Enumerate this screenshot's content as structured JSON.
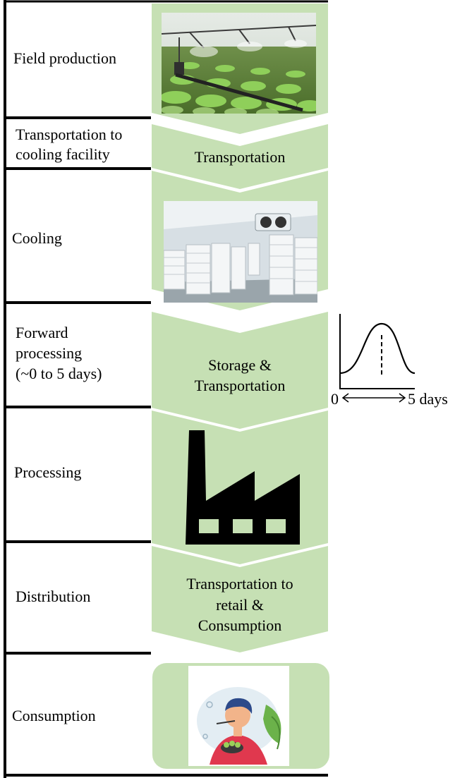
{
  "stages": [
    {
      "label": "Field production"
    },
    {
      "label": "Transportation to cooling facility",
      "label_lines": [
        "Transportation to",
        "cooling facility"
      ]
    },
    {
      "label": "Cooling"
    },
    {
      "label": "Forward processing (~0 to 5 days)",
      "label_lines": [
        "Forward",
        "processing",
        "(~0 to 5 days)"
      ]
    },
    {
      "label": "Processing"
    },
    {
      "label": "Distribution"
    },
    {
      "label": "Consumption"
    }
  ],
  "flow": {
    "transportation": "Transportation",
    "storage_lines": [
      "Storage &",
      "Transportation"
    ],
    "retail_lines": [
      "Transportation to",
      "retail &",
      "Consumption"
    ]
  },
  "images": {
    "field": "lettuce-field-irrigation-photo",
    "cooling": "cold-storage-room-photo",
    "factory": "factory-icon",
    "consumer": "person-eating-salad-illustration"
  },
  "timeline": {
    "start_label": "0",
    "end_label": "5 days",
    "curve": "bell-curve"
  },
  "colors": {
    "flow_fill": "#c6e0b4",
    "border": "#000000",
    "factory": "#000000"
  }
}
